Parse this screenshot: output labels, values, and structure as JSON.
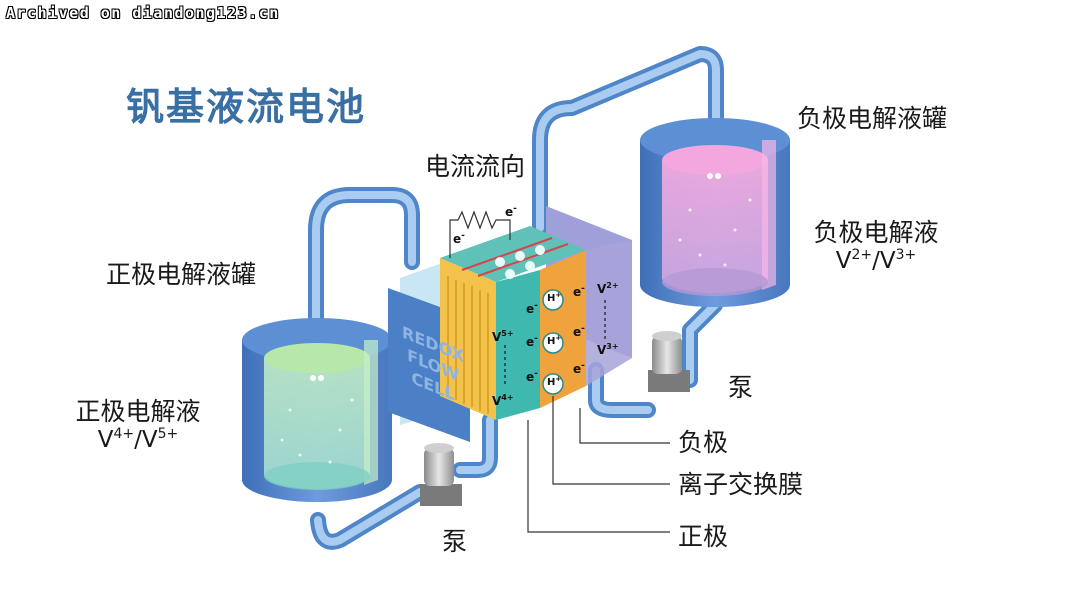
{
  "watermark": "Archived on diandong123.cn",
  "title": "钒基液流电池",
  "labels": {
    "current_direction": "电流流向",
    "neg_tank": "负极电解液罐",
    "neg_electrolyte": "负极电解液",
    "pos_tank": "正极电解液罐",
    "pos_electrolyte": "正极电解液",
    "pump_right": "泵",
    "pump_left": "泵",
    "neg_electrode": "负极",
    "membrane": "离子交换膜",
    "pos_electrode": "正极"
  },
  "formulas": {
    "neg": {
      "a": "V",
      "a_sup": "2+",
      "sep": "/V",
      "b_sup": "3+"
    },
    "pos": {
      "a": "V",
      "a_sup": "4+",
      "sep": "/V",
      "b_sup": "5+"
    }
  },
  "cell": {
    "side_text": [
      "REDOX",
      "FLOW",
      "CELL"
    ],
    "electron": "e",
    "electron_sup": "-",
    "proton": "H",
    "proton_sup": "+",
    "v_top_right": "V",
    "v_top_right_sup": "2+",
    "v_bot_right": "V",
    "v_bot_right_sup": "3+",
    "v_top_left": "V",
    "v_top_left_sup": "5+",
    "v_bot_left": "V",
    "v_bot_left_sup": "4+"
  },
  "colors": {
    "title": "#3a6fa3",
    "tank_blue": "#5a8fd0",
    "pipe_blue": "#7fb0e3",
    "neg_liquid": "#e6a6d8",
    "pos_liquid": "#a8dcc8",
    "cell_yellow": "#f2c24a",
    "cell_teal": "#3fb8b0",
    "cell_purple": "#a8a3d9"
  }
}
